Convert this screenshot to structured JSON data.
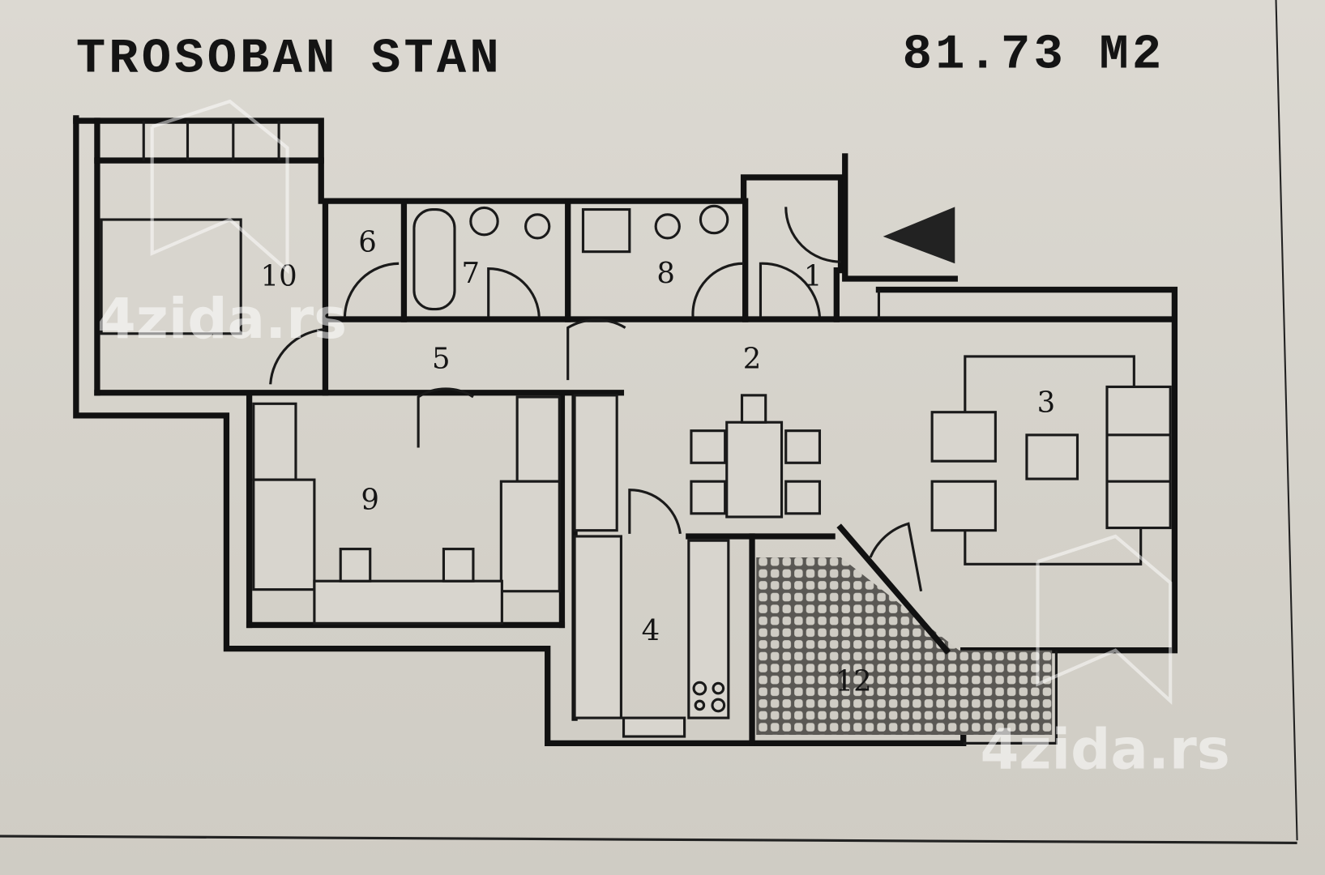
{
  "header": {
    "title": "TROSOBAN STAN",
    "area": "81.73 M2"
  },
  "rooms": [
    "1",
    "2",
    "3",
    "4",
    "5",
    "6",
    "7",
    "8",
    "9",
    "10",
    "12"
  ],
  "watermark": "4zida.rs",
  "colors": {
    "paper": "#d8d5ce",
    "ink": "#111111",
    "watermark": "#ffffff"
  }
}
